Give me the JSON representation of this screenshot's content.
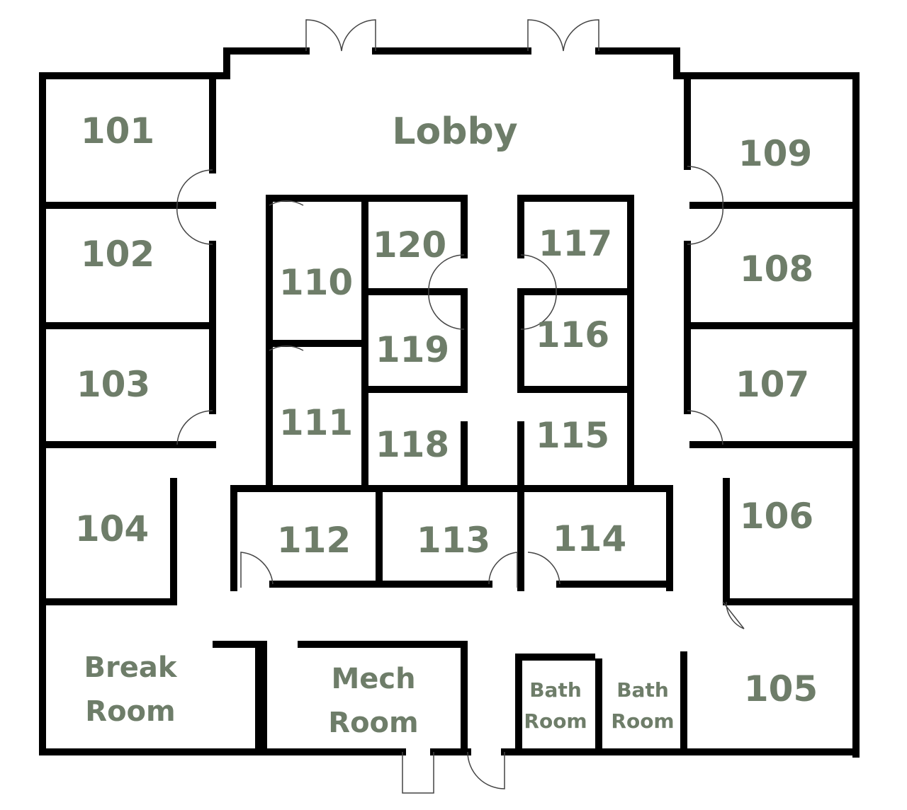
{
  "colors": {
    "label": "#6e7d69",
    "wall": "#000000"
  },
  "rooms": {
    "lobby": "Lobby",
    "r101": "101",
    "r102": "102",
    "r103": "103",
    "r104": "104",
    "r105": "105",
    "r106": "106",
    "r107": "107",
    "r108": "108",
    "r109": "109",
    "r110": "110",
    "r111": "111",
    "r112": "112",
    "r113": "113",
    "r114": "114",
    "r115": "115",
    "r116": "116",
    "r117": "117",
    "r118": "118",
    "r119": "119",
    "r120": "120",
    "break_1": "Break",
    "break_2": "Room",
    "mech_1": "Mech",
    "mech_2": "Room",
    "bath1_1": "Bath",
    "bath1_2": "Room",
    "bath2_1": "Bath",
    "bath2_2": "Room"
  }
}
